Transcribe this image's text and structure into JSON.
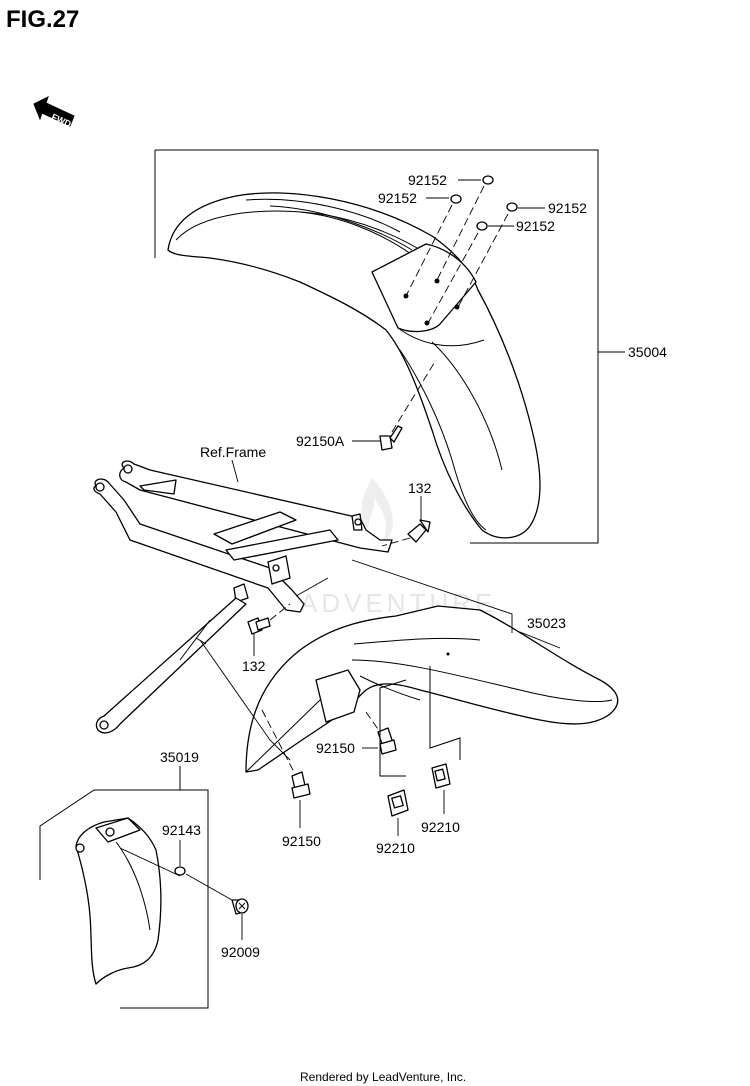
{
  "figure": {
    "title": "FIG.27",
    "direction_arrow": "FWD",
    "watermark": "ADVENTURE",
    "footer": "Rendered by LeadVenture, Inc."
  },
  "callouts": {
    "front_fender": "35004",
    "washer_1": "92152",
    "washer_2": "92152",
    "washer_3": "92152",
    "washer_4": "92152",
    "bolt_front": "92150A",
    "frame_ref": "Ref.Frame",
    "bolt_132_upper": "132",
    "bolt_132_lower": "132",
    "rear_fender": "35023",
    "bolt_92150_upper": "92150",
    "bolt_92150_lower": "92150",
    "nut_92210_left": "92210",
    "nut_92210_right": "92210",
    "mud_flap": "35019",
    "washer_92143": "92143",
    "screw_92009": "92009"
  },
  "icons": [
    "fwd-arrow-icon",
    "leadventure-flame-watermark-icon"
  ],
  "colors": {
    "line": "#000000",
    "background": "#ffffff",
    "watermark": "#e6e6e6"
  }
}
